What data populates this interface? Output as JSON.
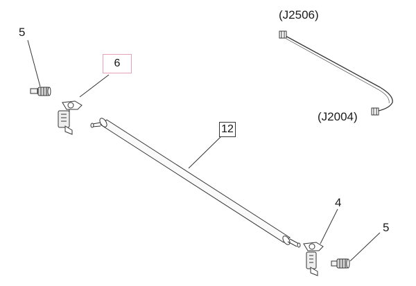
{
  "callouts": {
    "screw_left": "5",
    "bushing_left": "6",
    "roller": "12",
    "bushing_right": "4",
    "screw_right": "5"
  },
  "connectors": {
    "top": "(J2506)",
    "bottom": "(J2004)"
  },
  "colors": {
    "highlight_border": "#e8a0b8",
    "line": "#333333"
  }
}
